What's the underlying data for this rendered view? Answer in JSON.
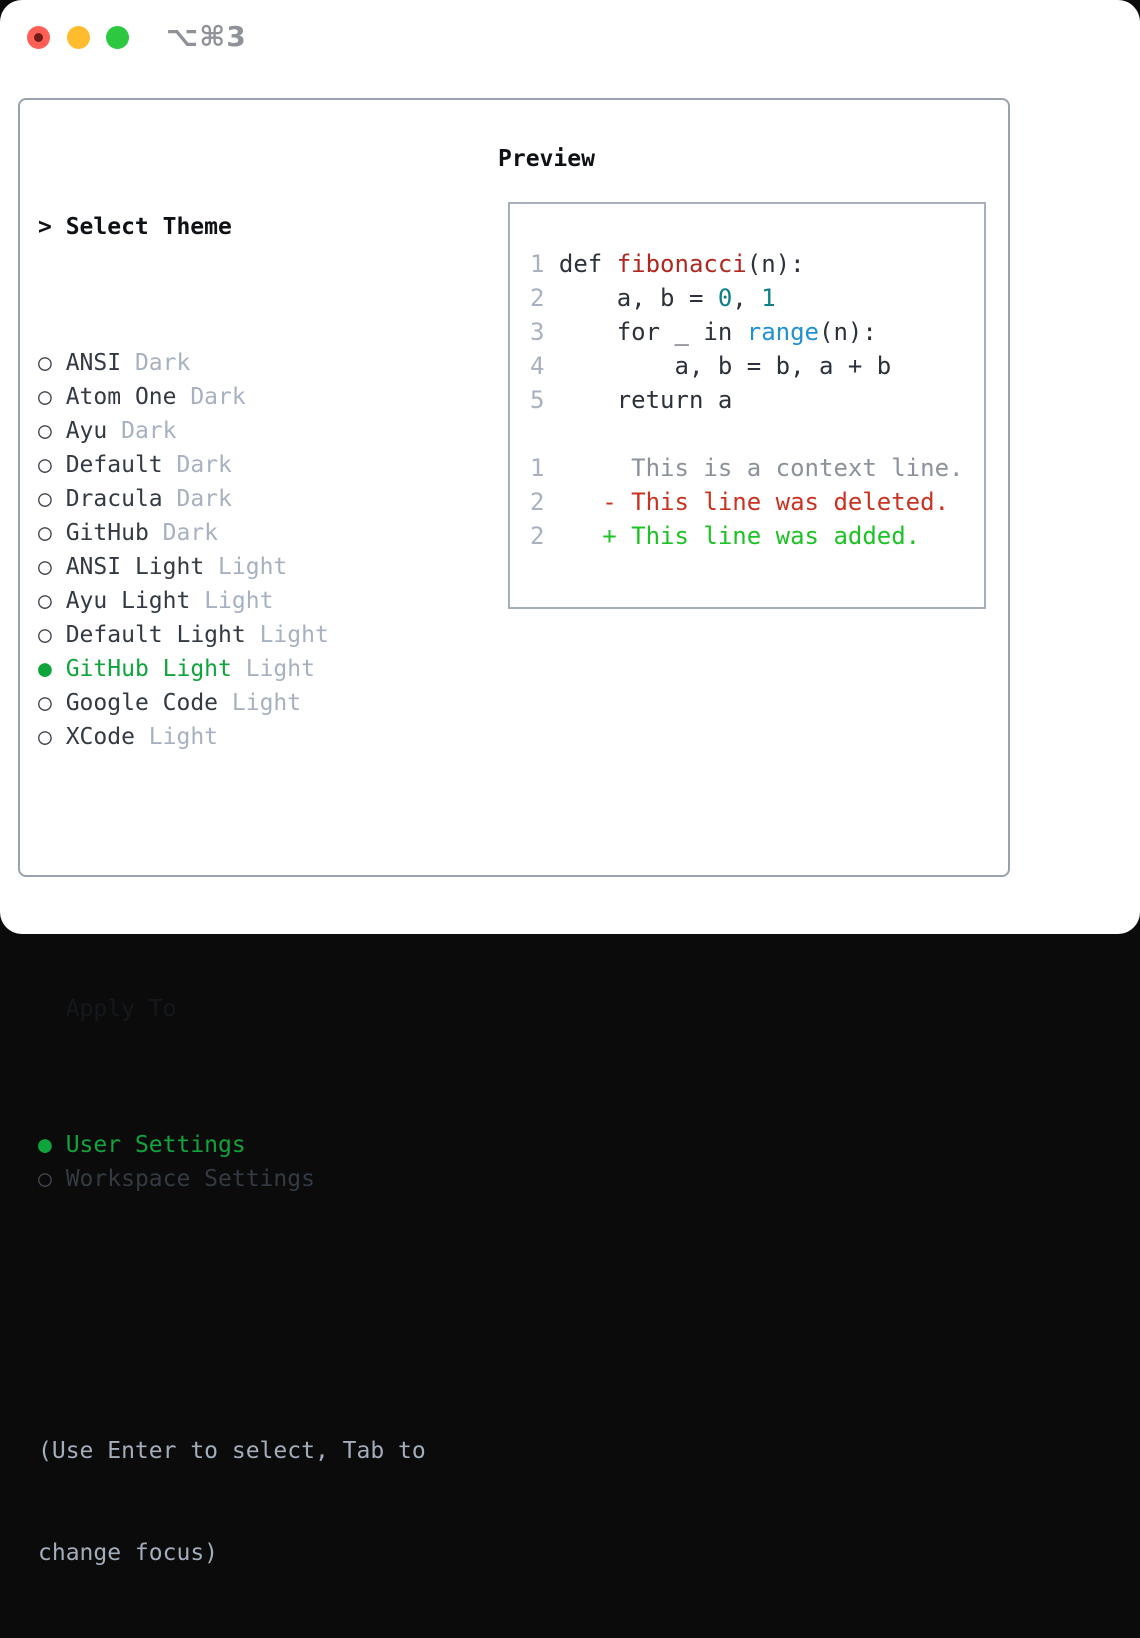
{
  "titlebar": {
    "shortcut": "⌥⌘3",
    "traffic_lights": [
      "close",
      "minimize",
      "zoom"
    ]
  },
  "theme_section": {
    "header": "Select Theme",
    "header_marker": ">",
    "markers": {
      "selected": "●",
      "unselected": "○"
    },
    "items": [
      {
        "name": "ANSI",
        "variant": "Dark",
        "selected": false
      },
      {
        "name": "Atom One",
        "variant": "Dark",
        "selected": false
      },
      {
        "name": "Ayu",
        "variant": "Dark",
        "selected": false
      },
      {
        "name": "Default",
        "variant": "Dark",
        "selected": false
      },
      {
        "name": "Dracula",
        "variant": "Dark",
        "selected": false
      },
      {
        "name": "GitHub",
        "variant": "Dark",
        "selected": false
      },
      {
        "name": "ANSI Light",
        "variant": "Light",
        "selected": false
      },
      {
        "name": "Ayu Light",
        "variant": "Light",
        "selected": false
      },
      {
        "name": "Default Light",
        "variant": "Light",
        "selected": false
      },
      {
        "name": "GitHub Light",
        "variant": "Light",
        "selected": true
      },
      {
        "name": "Google Code",
        "variant": "Light",
        "selected": false
      },
      {
        "name": "XCode",
        "variant": "Light",
        "selected": false
      }
    ]
  },
  "apply_section": {
    "header": "Apply To",
    "items": [
      {
        "label": "User Settings",
        "selected": true
      },
      {
        "label": "Workspace Settings",
        "selected": false
      }
    ]
  },
  "help_lines": [
    "(Use Enter to select, Tab to",
    "change focus)"
  ],
  "preview": {
    "header": "Preview",
    "lines": [
      {
        "num": "1",
        "kind": "code-line",
        "tokens": [
          {
            "c": "plain",
            "t": " def "
          },
          {
            "c": "func",
            "t": "fibonacci"
          },
          {
            "c": "plain",
            "t": "(n):"
          }
        ]
      },
      {
        "num": "2",
        "kind": "code-line",
        "tokens": [
          {
            "c": "plain",
            "t": "     a, b = "
          },
          {
            "c": "num",
            "t": "0"
          },
          {
            "c": "plain",
            "t": ", "
          },
          {
            "c": "num",
            "t": "1"
          }
        ]
      },
      {
        "num": "3",
        "kind": "code-line",
        "tokens": [
          {
            "c": "plain",
            "t": "     for _ in "
          },
          {
            "c": "builtin",
            "t": "range"
          },
          {
            "c": "plain",
            "t": "(n):"
          }
        ]
      },
      {
        "num": "4",
        "kind": "code-line",
        "tokens": [
          {
            "c": "plain",
            "t": "         a, b = b, a + b"
          }
        ]
      },
      {
        "num": "5",
        "kind": "code-line",
        "tokens": [
          {
            "c": "plain",
            "t": "     return a"
          }
        ]
      },
      {
        "num": "",
        "kind": "blank-line",
        "tokens": []
      },
      {
        "num": "1",
        "kind": "diff-context-line",
        "tokens": [
          {
            "c": "ctx",
            "t": "      This is a context line."
          }
        ]
      },
      {
        "num": "2",
        "kind": "diff-deleted-line",
        "tokens": [
          {
            "c": "del",
            "t": "    - This line was deleted."
          }
        ]
      },
      {
        "num": "2",
        "kind": "diff-added-line",
        "tokens": [
          {
            "c": "add",
            "t": "    + This line was added."
          }
        ]
      }
    ]
  },
  "colors": {
    "selection_green": "#10a43c",
    "added_green": "#1dc226",
    "deleted_red": "#ca3322",
    "function_red": "#b1281f",
    "number_teal": "#0c7f89",
    "builtin_blue": "#2191d2",
    "context_gray": "#8b929b",
    "muted_gray": "#a7b1bf",
    "panel_border": "#9aa3ad",
    "traffic_red": "#ff5f57",
    "traffic_yellow": "#febc2e",
    "traffic_green": "#2bc840"
  }
}
